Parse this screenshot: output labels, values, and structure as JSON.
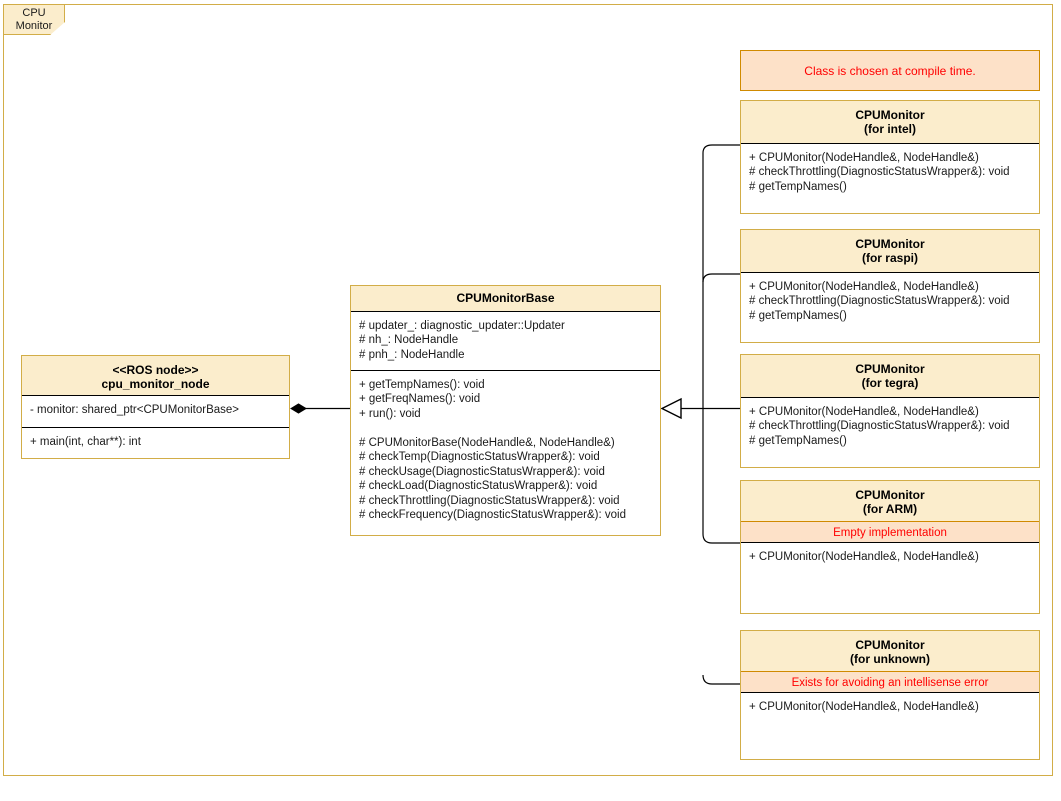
{
  "frame": {
    "tab_line1": "CPU",
    "tab_line2": "Monitor"
  },
  "notes": {
    "compile_time": "Class is chosen at compile time."
  },
  "ros_node": {
    "stereotype": "<<ROS node>>",
    "name": "cpu_monitor_node",
    "attributes": "- monitor: shared_ptr<CPUMonitorBase>",
    "operations": "+ main(int, char**): int"
  },
  "base_class": {
    "name": "CPUMonitorBase",
    "attributes": "# updater_: diagnostic_updater::Updater\n# nh_: NodeHandle\n# pnh_: NodeHandle",
    "operations": "+ getTempNames(): void\n+ getFreqNames(): void\n+ run(): void\n\n# CPUMonitorBase(NodeHandle&, NodeHandle&)\n# checkTemp(DiagnosticStatusWrapper&): void\n# checkUsage(DiagnosticStatusWrapper&): void\n# checkLoad(DiagnosticStatusWrapper&): void\n# checkThrottling(DiagnosticStatusWrapper&): void\n# checkFrequency(DiagnosticStatusWrapper&): void"
  },
  "subclasses": [
    {
      "name": "CPUMonitor",
      "variant": "(for intel)",
      "band": null,
      "operations": "+ CPUMonitor(NodeHandle&, NodeHandle&)\n# checkThrottling(DiagnosticStatusWrapper&): void\n# getTempNames()"
    },
    {
      "name": "CPUMonitor",
      "variant": "(for raspi)",
      "band": null,
      "operations": "+ CPUMonitor(NodeHandle&, NodeHandle&)\n# checkThrottling(DiagnosticStatusWrapper&): void\n# getTempNames()"
    },
    {
      "name": "CPUMonitor",
      "variant": "(for tegra)",
      "band": null,
      "operations": "+ CPUMonitor(NodeHandle&, NodeHandle&)\n# checkThrottling(DiagnosticStatusWrapper&): void\n# getTempNames()"
    },
    {
      "name": "CPUMonitor",
      "variant": "(for ARM)",
      "band": "Empty implementation",
      "operations": "+ CPUMonitor(NodeHandle&, NodeHandle&)"
    },
    {
      "name": "CPUMonitor",
      "variant": "(for unknown)",
      "band": "Exists for avoiding an intellisense error",
      "operations": "+ CPUMonitor(NodeHandle&, NodeHandle&)"
    }
  ],
  "colors": {
    "frame_border": "#d2ad47",
    "class_header_fill": "#fbedcc",
    "note_fill": "#fde1c8",
    "note_border": "#d08a00",
    "note_text": "#ff0000",
    "connector": "#000000"
  }
}
